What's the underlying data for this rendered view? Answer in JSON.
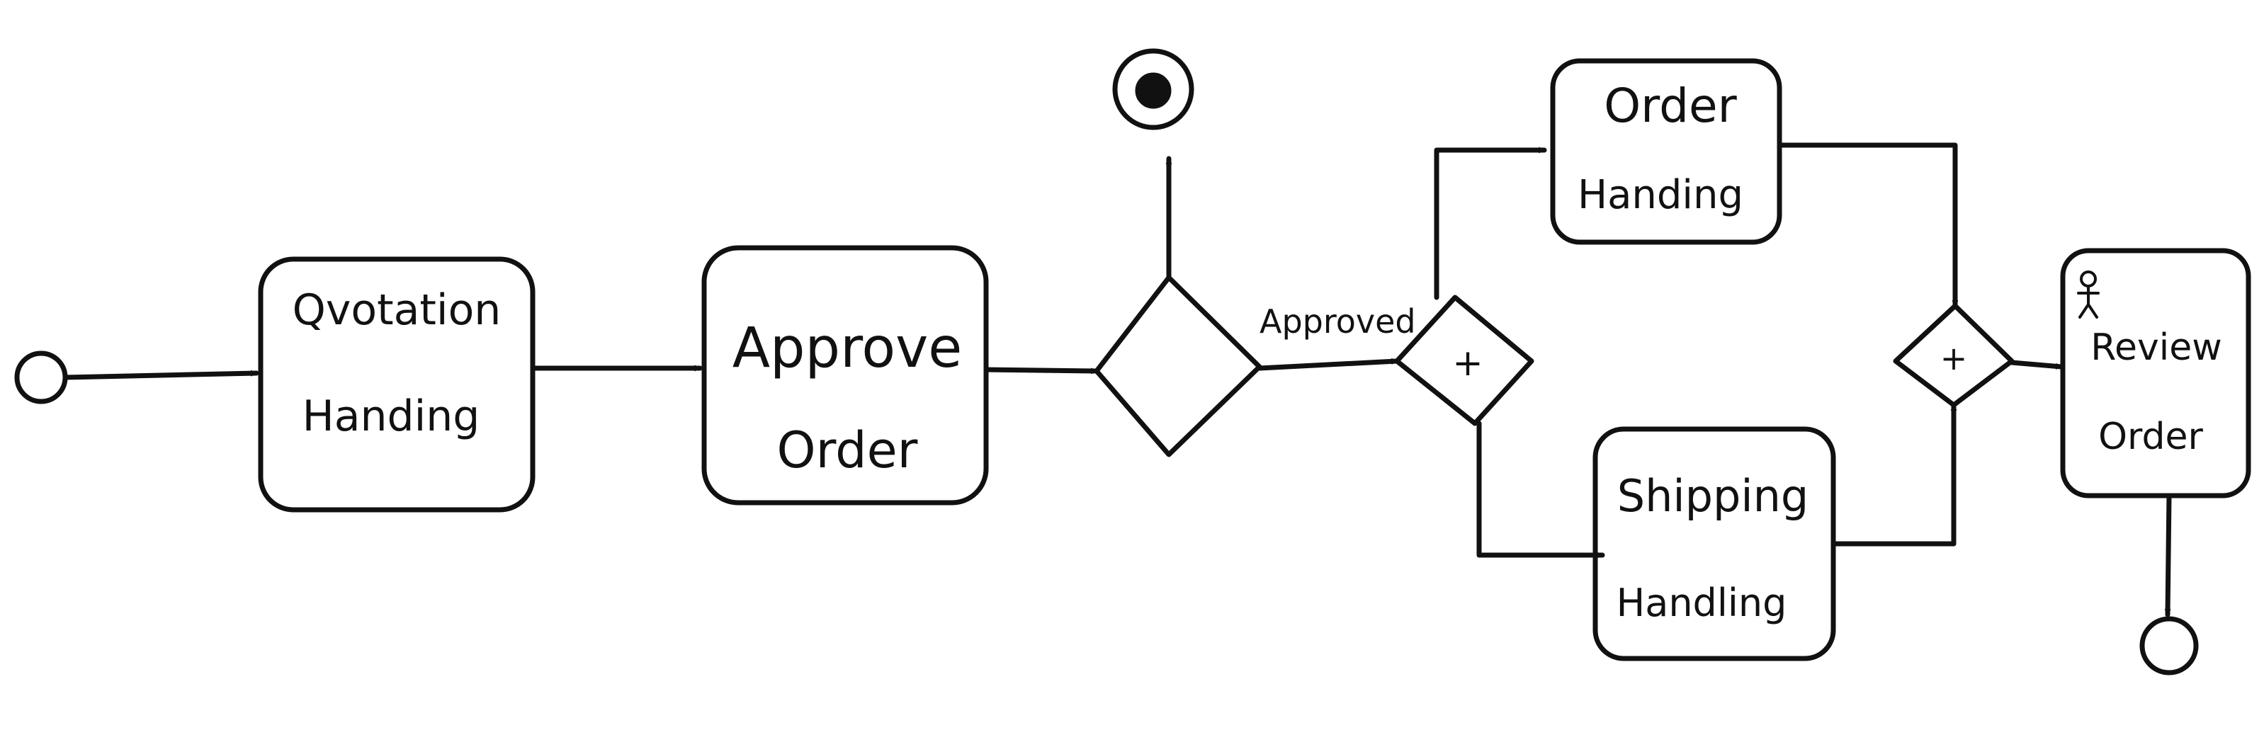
{
  "diagram": {
    "type": "bpmn-process",
    "stroke_color": "#111111",
    "background": "#ffffff",
    "tasks": {
      "quotation_handling": {
        "line1": "Qvotation",
        "line2": "Handing"
      },
      "approve_order": {
        "line1": "Approve",
        "line2": "Order"
      },
      "order_handling": {
        "line1": "Order",
        "line2": "Handing"
      },
      "shipping_handling": {
        "line1": "Shipping",
        "line2": "Handling"
      },
      "review_order": {
        "line1": "Review",
        "line2": "Order",
        "icon": "user-icon"
      }
    },
    "gateways": {
      "decision": {
        "symbol": ""
      },
      "fork": {
        "symbol": "+"
      },
      "join": {
        "symbol": "+"
      }
    },
    "edge_labels": {
      "approved": "Approved"
    }
  }
}
